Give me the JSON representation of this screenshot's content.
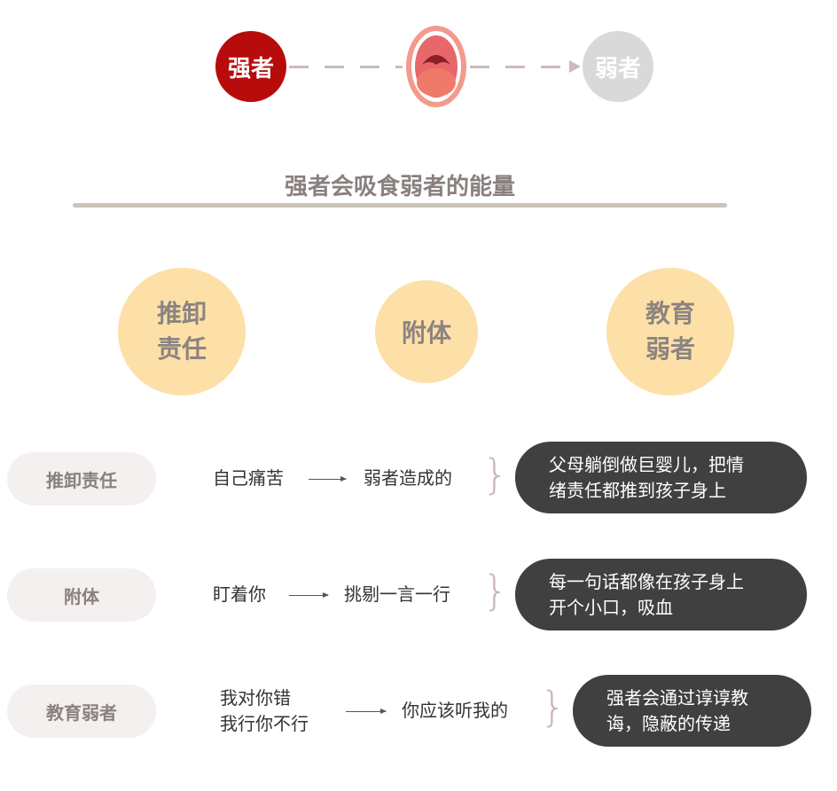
{
  "top": {
    "strong": "强者",
    "weak": "弱者"
  },
  "title": "强者会吸食弱者的能量",
  "circles": [
    {
      "line1": "推卸",
      "line2": "责任"
    },
    {
      "line1": "附体",
      "line2": ""
    },
    {
      "line1": "教育",
      "line2": "弱者"
    }
  ],
  "rows": [
    {
      "label": "推卸责任",
      "cause": "自己痛苦",
      "cause2": "",
      "effect": "弱者造成的",
      "desc1": "父母躺倒做巨婴儿，把情",
      "desc2": "绪责任都推到孩子身上"
    },
    {
      "label": "附体",
      "cause": "盯着你",
      "cause2": "",
      "effect": "挑剔一言一行",
      "desc1": "每一句话都像在孩子身上",
      "desc2": "开个小口，吸血"
    },
    {
      "label": "教育弱者",
      "cause": "我对你错",
      "cause2": "我行你不行",
      "effect": "你应该听我的",
      "desc1": "强者会通过谆谆教",
      "desc2": "诲，隐蔽的传递"
    }
  ],
  "colors": {
    "strong": "#b80c0c",
    "weak": "#d9d9d9",
    "peach": "#fde0a8",
    "dark": "#404040"
  }
}
